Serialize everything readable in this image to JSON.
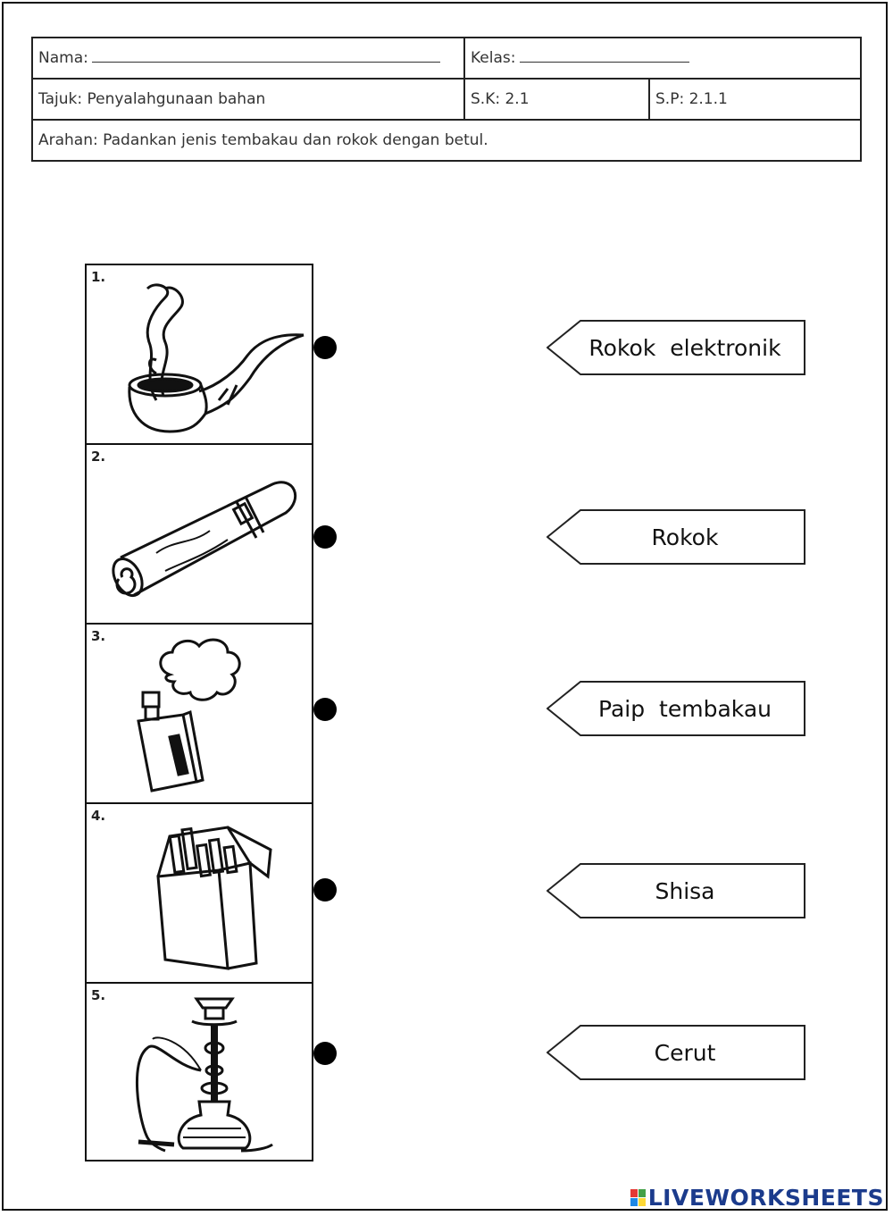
{
  "header": {
    "nama_label": "Nama:",
    "kelas_label": "Kelas:",
    "tajuk_label": "Tajuk: Penyalahgunaan bahan",
    "sk_label": "S.K: 2.1",
    "sp_label": "S.P: 2.1.1",
    "arahan_label": "Arahan:  Padankan jenis tembakau dan rokok dengan betul."
  },
  "pictures": [
    {
      "number": "1.",
      "icon": "tobacco-pipe-icon"
    },
    {
      "number": "2.",
      "icon": "cigar-icon"
    },
    {
      "number": "3.",
      "icon": "e-cigarette-icon"
    },
    {
      "number": "4.",
      "icon": "cigarette-pack-icon"
    },
    {
      "number": "5.",
      "icon": "shisha-icon"
    }
  ],
  "answers": [
    {
      "label": "Rokok elektronik"
    },
    {
      "label": "Rokok"
    },
    {
      "label": "Paip tembakau"
    },
    {
      "label": "Shisa"
    },
    {
      "label": "Cerut"
    }
  ],
  "watermark": {
    "text": "LIVEWORKSHEETS",
    "logo_colors": [
      "#e53935",
      "#43a047",
      "#1e88e5",
      "#fdd835"
    ]
  }
}
